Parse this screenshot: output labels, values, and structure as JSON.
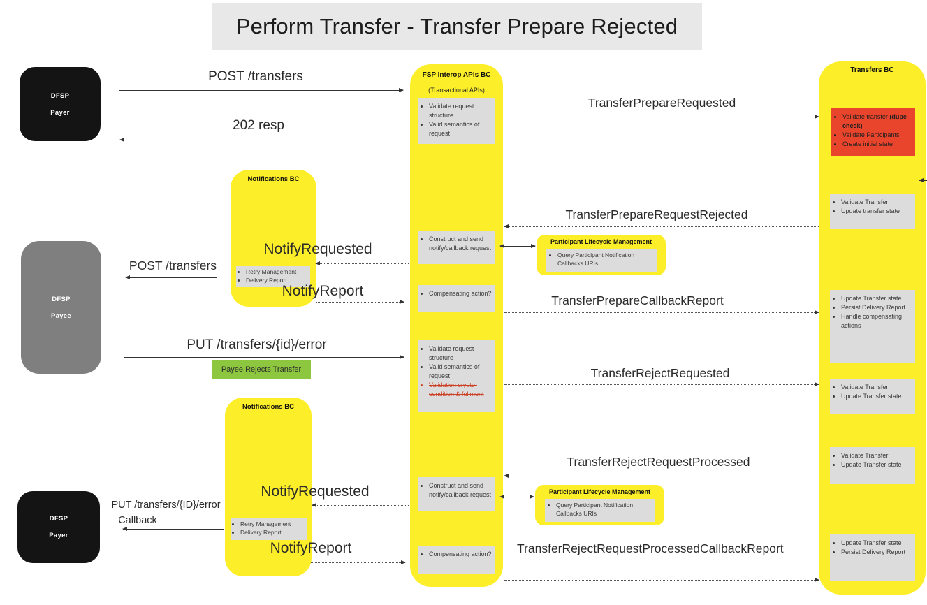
{
  "title": "Perform Transfer - Transfer Prepare Rejected",
  "actors": {
    "payer_top": {
      "name": "DFSP",
      "role": "Payer"
    },
    "payee": {
      "name": "DFSP",
      "role": "Payee"
    },
    "payer_bottom": {
      "name": "DFSP",
      "role": "Payer"
    }
  },
  "fsp": {
    "title": "FSP Interop APIs BC",
    "subtitle": "(Transactional APIs)",
    "validate_top": [
      "Validate request structure",
      "Valid semantics of request"
    ],
    "construct_top": [
      "Construct and send notify/callback request"
    ],
    "compensating_top": [
      "Compensating action?"
    ],
    "validate_mid": [
      "Validate request structure",
      "Valid semantics of request"
    ],
    "validate_mid_strike": "Validation crypto-condition & fullment",
    "construct_bottom": [
      "Construct and send notify/callback request"
    ],
    "compensating_bottom": [
      "Compensating action?"
    ]
  },
  "notifications_top": {
    "title": "Notifications BC",
    "items": [
      "Retry Management",
      "Delivery Report"
    ]
  },
  "notifications_bottom": {
    "title": "Notifications BC",
    "items": [
      "Retry Management",
      "Delivery Report"
    ]
  },
  "plm_top": {
    "title": "Participant Lifecycle Management",
    "items": [
      "Query Participant Notification Callbacks URIs"
    ]
  },
  "plm_bottom": {
    "title": "Participant Lifecycle Management",
    "items": [
      "Query Participant Notification Callbacks URIs"
    ]
  },
  "transfers": {
    "title": "Transfers BC",
    "red_box": {
      "item1": "Validate transfer",
      "item1_bold": "(dupe check)",
      "item2": "Validate Participants",
      "item3": "Create initial state"
    },
    "box1": [
      "Validate Transfer",
      "Update transfer state"
    ],
    "box2": [
      "Update Transfer state",
      "Persist Delivery Report",
      "Handle compensating actions"
    ],
    "box3": [
      "Validate Transfer",
      "Update Transfer state"
    ],
    "box4": [
      "Validate Transfer",
      "Update Transfer state"
    ],
    "box5": [
      "Update Transfer state",
      "Persist Delivery Report"
    ]
  },
  "messages": {
    "post_transfers": "POST /transfers",
    "resp_202": "202 resp",
    "transfer_prepare_requested": "TransferPrepareRequested",
    "transfer_prepare_request_rejected": "TransferPrepareRequestRejected",
    "notify_requested_top": "NotifyRequested",
    "post_transfers_payee": "POST /transfers",
    "notify_report_top": "NotifyReport",
    "transfer_prepare_callback_report": "TransferPrepareCallbackReport",
    "put_transfers_error": "PUT /transfers/{id}/error",
    "transfer_reject_requested": "TransferRejectRequested",
    "transfer_reject_request_processed": "TransferRejectRequestProcessed",
    "notify_requested_bottom": "NotifyRequested",
    "put_transfers_error_callback_line1": "PUT /transfers/{ID}/error",
    "put_transfers_error_callback_line2": "Callback",
    "notify_report_bottom": "NotifyReport",
    "transfer_reject_request_processed_callback_report": "TransferRejectRequestProcessedCallbackReport"
  },
  "notes": {
    "payee_rejects": "Payee Rejects Transfer"
  },
  "colors": {
    "lane_yellow": "#fdee2a",
    "error_red": "#e8452c",
    "note_green": "#8dc63f",
    "task_gray": "#dcdcdc",
    "actor_black": "#141414",
    "actor_gray": "#7f7f7f",
    "title_gray": "#e8e8e8"
  }
}
